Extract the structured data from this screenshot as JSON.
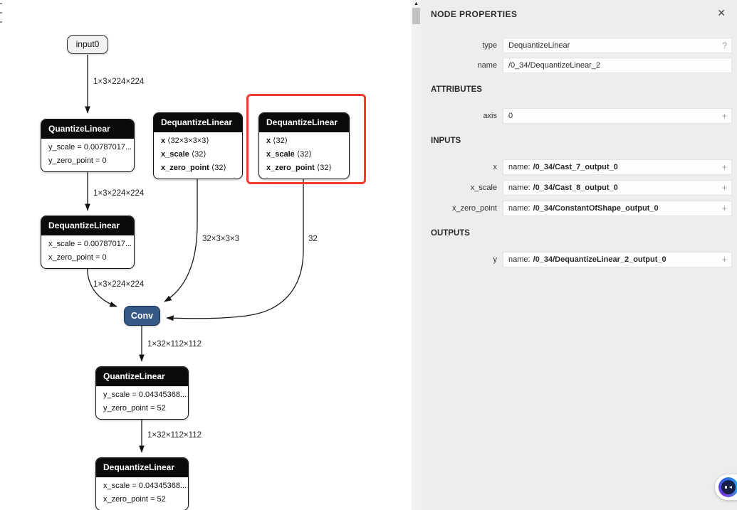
{
  "graph": {
    "nodes": {
      "input0": {
        "label": "input0"
      },
      "q1": {
        "title": "QuantizeLinear",
        "rows": [
          {
            "b": "",
            "t": "y_scale = 0.00787017..."
          },
          {
            "b": "",
            "t": "y_zero_point = 0"
          }
        ]
      },
      "dq_weights": {
        "title": "DequantizeLinear",
        "rows": [
          {
            "b": "x",
            "t": " ⟨32×3×3×3⟩"
          },
          {
            "b": "x_scale",
            "t": " ⟨32⟩"
          },
          {
            "b": "x_zero_point",
            "t": " ⟨32⟩"
          }
        ]
      },
      "dq_bias": {
        "title": "DequantizeLinear",
        "rows": [
          {
            "b": "x",
            "t": " ⟨32⟩"
          },
          {
            "b": "x_scale",
            "t": " ⟨32⟩"
          },
          {
            "b": "x_zero_point",
            "t": " ⟨32⟩"
          }
        ]
      },
      "dq1": {
        "title": "DequantizeLinear",
        "rows": [
          {
            "b": "",
            "t": "x_scale = 0.00787017..."
          },
          {
            "b": "",
            "t": "x_zero_point = 0"
          }
        ]
      },
      "conv": {
        "label": "Conv",
        "color": "#355a86"
      },
      "q2": {
        "title": "QuantizeLinear",
        "rows": [
          {
            "b": "",
            "t": "y_scale = 0.04345368..."
          },
          {
            "b": "",
            "t": "y_zero_point = 52"
          }
        ]
      },
      "dq2": {
        "title": "DequantizeLinear",
        "rows": [
          {
            "b": "",
            "t": "x_scale = 0.04345368..."
          },
          {
            "b": "",
            "t": "x_zero_point = 52"
          }
        ]
      }
    },
    "edge_labels": [
      {
        "text": "1×3×224×224"
      },
      {
        "text": "1×3×224×224"
      },
      {
        "text": "1×3×224×224"
      },
      {
        "text": "32×3×3×3"
      },
      {
        "text": "32"
      },
      {
        "text": "1×32×112×112"
      },
      {
        "text": "1×32×112×112"
      }
    ],
    "selection_color": "#f23b30"
  },
  "scrollbar": {
    "up_arrow": "▲"
  },
  "panel": {
    "title": "NODE PROPERTIES",
    "close": "✕",
    "type_field": {
      "label": "type",
      "value": "DequantizeLinear",
      "expander": "?"
    },
    "name_field": {
      "label": "name",
      "value": "/0_34/DequantizeLinear_2"
    },
    "attributes": {
      "title": "ATTRIBUTES",
      "rows": [
        {
          "label": "axis",
          "value": "0",
          "expander": "+"
        }
      ]
    },
    "inputs": {
      "title": "INPUTS",
      "rows": [
        {
          "label": "x",
          "prefix": "name:",
          "value": "/0_34/Cast_7_output_0",
          "expander": "+"
        },
        {
          "label": "x_scale",
          "prefix": "name:",
          "value": "/0_34/Cast_8_output_0",
          "expander": "+"
        },
        {
          "label": "x_zero_point",
          "prefix": "name:",
          "value": "/0_34/ConstantOfShape_output_0",
          "expander": "+"
        }
      ]
    },
    "outputs": {
      "title": "OUTPUTS",
      "rows": [
        {
          "label": "y",
          "prefix": "name:",
          "value": "/0_34/DequantizeLinear_2_output_0",
          "expander": "+"
        }
      ]
    }
  }
}
